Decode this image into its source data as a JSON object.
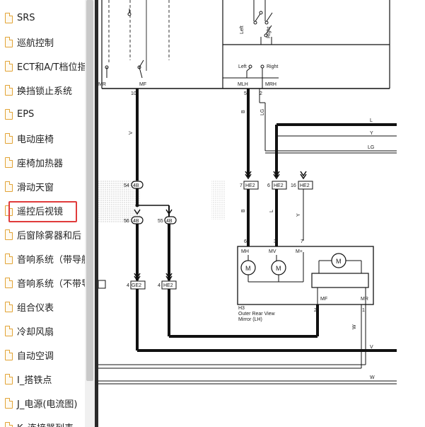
{
  "sidebar": {
    "items": [
      {
        "label": "SRS"
      },
      {
        "label": "巡航控制"
      },
      {
        "label": "ECT和A/T档位指"
      },
      {
        "label": "换挡锁止系统"
      },
      {
        "label": "EPS"
      },
      {
        "label": "电动座椅"
      },
      {
        "label": "座椅加热器"
      },
      {
        "label": "滑动天窗"
      },
      {
        "label": "遥控后视镜",
        "selected": true
      },
      {
        "label": "后窗除雾器和后"
      },
      {
        "label": "音响系统（带导航"
      },
      {
        "label": "音响系统（不带导"
      },
      {
        "label": "组合仪表"
      },
      {
        "label": "冷却风扇"
      },
      {
        "label": "自动空调"
      },
      {
        "label": "I_搭铁点"
      },
      {
        "label": "J_电源(电流图)"
      },
      {
        "label": "K_连接器列表"
      }
    ],
    "icon": "document-icon",
    "selected_outline_color": "#e03b3b"
  },
  "diagram": {
    "switch_left_top": "Left",
    "switch_right_top": "Right",
    "switch_left_mid": "Left",
    "switch_right_mid": "Right",
    "pin_mr": "MR",
    "pin_mf": "MF",
    "pin_mlh": "MLH",
    "pin_mrh": "MRH",
    "pin_10": "10",
    "pin_5": "5",
    "pin_2": "2",
    "wire_b1": "B",
    "wire_lg1": "LG",
    "wire_v1": "V",
    "wire_l": "L",
    "wire_y": "Y",
    "wire_lg2": "LG",
    "conn_7": "7",
    "conn_6": "6",
    "conn_16": "16",
    "conn_he2_a": "HE2",
    "conn_he2_b": "HE2",
    "conn_he2_c": "HE2",
    "conn_54": "54",
    "conn_56": "56",
    "conn_55": "55",
    "conn_4b_a": "4B",
    "conn_4b_b": "4B",
    "conn_4b_c": "4B",
    "wire_b2": "B",
    "wire_l2": "L",
    "wire_y2": "Y",
    "pin_6b": "6",
    "pin_3": "3",
    "pin_7b": "7",
    "pin_mh": "MH",
    "pin_mv": "MV",
    "pin_mplus": "M+",
    "motor_m1": "M",
    "motor_m2": "M",
    "motor_m3": "M",
    "pin_mf2": "MF",
    "pin_mr2": "MR",
    "mirror_id": "H3",
    "mirror_name1": "Outer Rear View",
    "mirror_name2": "Mirror (LH)",
    "pin_2b": "2",
    "pin_1": "1",
    "wire_w": "W",
    "conn_4_a": "4",
    "conn_4_b": "4",
    "conn_ge2": "GE2",
    "conn_he2_d": "HE2",
    "wire_v2": "V",
    "wire_w2": "W"
  },
  "colors": {
    "wire": "#111111",
    "selection": "#e03b3b",
    "scroll_thumb": "#c9c9c9"
  }
}
